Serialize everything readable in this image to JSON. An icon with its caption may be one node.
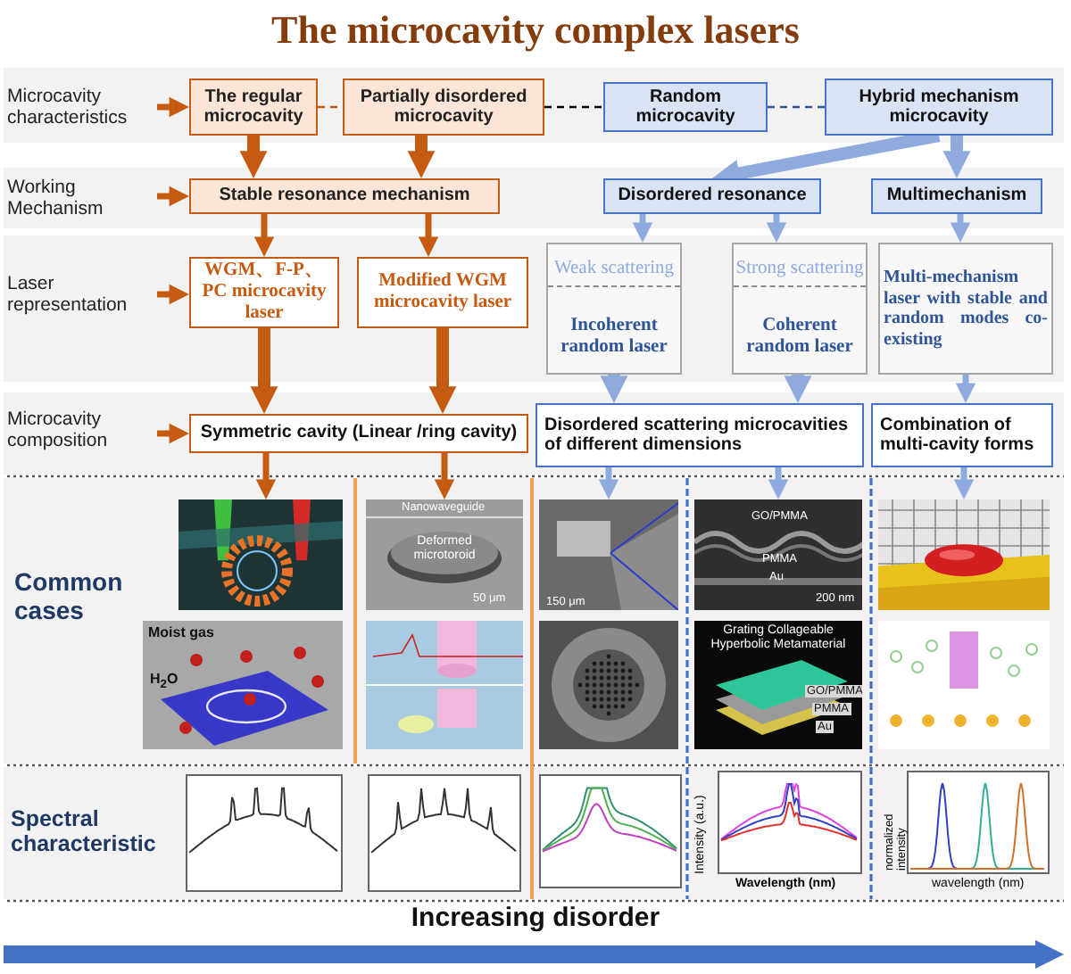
{
  "diagram": {
    "title": "The microcavity complex lasers",
    "nodes": [
      {
        "text": [
          "Microcavity characteristics"
        ]
      },
      {
        "text": [
          "The regular microcavity"
        ]
      },
      {
        "text": [
          "Partially disordered microcavity"
        ]
      },
      {
        "text": [
          "Random microcavity"
        ]
      },
      {
        "text": [
          "Hybrid mechanism microcavity"
        ]
      },
      {
        "text": [
          "Working Mechanism"
        ]
      },
      {
        "text": [
          "Stable resonance mechanism"
        ]
      },
      {
        "text": [
          "Disordered resonance"
        ]
      },
      {
        "text": [
          "Multimechanism"
        ]
      },
      {
        "text": [
          "Laser representation"
        ]
      },
      {
        "text": [
          "WGM、F-P、PC microcavity laser"
        ]
      },
      {
        "text": [
          "Modified WGM microcavity laser"
        ]
      },
      {
        "text": [
          "Weak scattering",
          "Incoherent random laser"
        ]
      },
      {
        "text": [
          "Strong scattering",
          "Coherent random laser"
        ]
      },
      {
        "text": [
          "Multi-mechanism laser with stable and random modes co-existing"
        ]
      },
      {
        "text": [
          "Microcavity composition"
        ]
      },
      {
        "text": [
          "Symmetric cavity (Linear /ring cavity)"
        ]
      },
      {
        "text": [
          "Disordered scattering microcavities of different dimensions"
        ]
      },
      {
        "text": [
          "Combination of multi-cavity forms"
        ]
      },
      {
        "text": [],
        "shape": "picture"
      },
      {
        "text": [
          "Nanowaveguide",
          "Deformed microtoroid",
          "50 μm"
        ]
      },
      {
        "text": [
          "150 μm"
        ]
      },
      {
        "text": [
          "GO/PMMA",
          "PMMA",
          "Au",
          "200 nm"
        ]
      },
      {
        "text": [],
        "shape": "picture"
      },
      {
        "text": [
          "Moist gas",
          "H$_{2}$O"
        ]
      },
      {
        "text": [],
        "shape": "picture"
      },
      {
        "text": [],
        "shape": "picture"
      },
      {
        "text": [
          "Grating Collageable Hyperbolic Metamaterial",
          "GO/PMMA",
          "PMMA",
          "Au"
        ]
      },
      {
        "text": [],
        "shape": "picture"
      }
    ],
    "edges": [
      {
        "from": 0,
        "to": 1,
        "arrow": "to"
      },
      {
        "from": 1,
        "to": 2,
        "arrow": "none",
        "style": "dashed"
      },
      {
        "from": 2,
        "to": 3,
        "arrow": "none",
        "style": "dashed",
        "color": "#000000"
      },
      {
        "from": 3,
        "to": 4,
        "arrow": "none",
        "style": "dashed",
        "color": "#2f5597"
      },
      {
        "from": 1,
        "to": 6,
        "arrow": "to",
        "style": "thick"
      },
      {
        "from": 2,
        "to": 6,
        "arrow": "to",
        "style": "thick"
      },
      {
        "from": 4,
        "to": 7,
        "arrow": "to",
        "style": "thick",
        "color": "#8faadc"
      },
      {
        "from": 4,
        "to": 8,
        "arrow": "to",
        "style": "thick",
        "color": "#8faadc"
      },
      {
        "from": 5,
        "to": 6,
        "arrow": "to"
      },
      {
        "from": 6,
        "to": 10,
        "arrow": "to"
      },
      {
        "from": 6,
        "to": 11,
        "arrow": "to"
      },
      {
        "from": 7,
        "to": 12,
        "arrow": "to",
        "color": "#8faadc"
      },
      {
        "from": 7,
        "to": 13,
        "arrow": "to",
        "color": "#8faadc"
      },
      {
        "from": 8,
        "to": 14,
        "arrow": "to",
        "color": "#8faadc"
      },
      {
        "from": 9,
        "to": 10,
        "arrow": "to"
      },
      {
        "from": 10,
        "to": 16,
        "arrow": "to",
        "style": "thick"
      },
      {
        "from": 11,
        "to": 16,
        "arrow": "to",
        "style": "thick"
      },
      {
        "from": 12,
        "to": 17,
        "arrow": "to",
        "style": "thick",
        "color": "#8faadc"
      },
      {
        "from": 13,
        "to": 17,
        "arrow": "to",
        "style": "thick",
        "color": "#8faadc"
      },
      {
        "from": 14,
        "to": 18,
        "arrow": "to",
        "color": "#8faadc"
      },
      {
        "from": 15,
        "to": 16,
        "arrow": "to"
      },
      {
        "from": 16,
        "to": 19,
        "arrow": "to"
      },
      {
        "from": 16,
        "to": 20,
        "arrow": "to"
      },
      {
        "from": 17,
        "to": 21,
        "arrow": "to",
        "color": "#8faadc"
      },
      {
        "from": 17,
        "to": 22,
        "arrow": "to",
        "color": "#8faadc"
      },
      {
        "from": 18,
        "to": 23,
        "arrow": "to",
        "color": "#8faadc"
      }
    ],
    "labels": [
      "Common cases",
      "Spectral characteristic",
      "Intensity (a.u.)",
      "Wavelength (nm)",
      "normalized intensity",
      "wavelength (nm)",
      "Increasing disorder"
    ]
  }
}
